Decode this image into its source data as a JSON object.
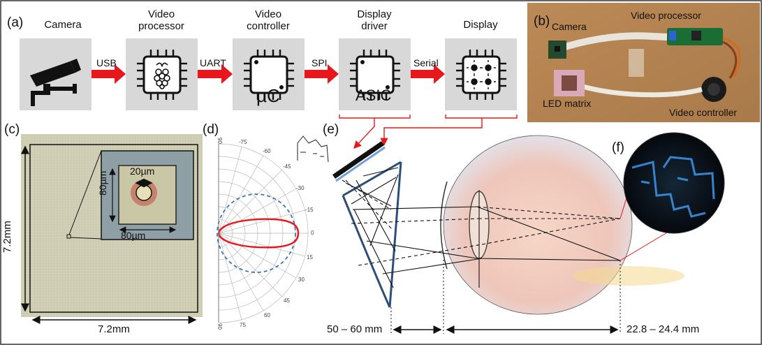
{
  "panels": {
    "a": "(a)",
    "b": "(b)",
    "c": "(c)",
    "d": "(d)",
    "e": "(e)",
    "f": "(f)"
  },
  "pipeline": {
    "stages": [
      {
        "label": "Camera",
        "icon": "surveillance-camera-icon"
      },
      {
        "label": "Video\nprocessor",
        "icon": "raspberry-chip-icon"
      },
      {
        "label": "Video\ncontroller",
        "icon": "microcontroller-chip-icon",
        "chip_text": "µC"
      },
      {
        "label": "Display\ndriver",
        "icon": "asic-chip-icon",
        "chip_text": "ASIC"
      },
      {
        "label": "Display",
        "icon": "led-chip-icon"
      }
    ],
    "links": [
      "USB",
      "UART",
      "SPI",
      "Serial"
    ]
  },
  "photo_b": {
    "labels": [
      "Camera",
      "Video processor",
      "LED matrix",
      "Video controller"
    ]
  },
  "panel_c": {
    "inset_pixel": "20µm",
    "inset_w": "80µm",
    "inset_h": "80µm",
    "chip_w": "7.2mm",
    "chip_h": "7.2mm"
  },
  "polar_ticks": [
    "90",
    "-75",
    "-60",
    "-45",
    "-30",
    "-15",
    "0",
    "15",
    "30",
    "45",
    "60",
    "75",
    "90"
  ],
  "panel_e": {
    "dist1": "50 – 60 mm",
    "dist2": "22.8 – 24.4 mm"
  },
  "colors": {
    "arrow": "#e8171b",
    "lambert": "#3b73b8",
    "beam": "#e8171b",
    "mirror": "#2d4d7a"
  }
}
